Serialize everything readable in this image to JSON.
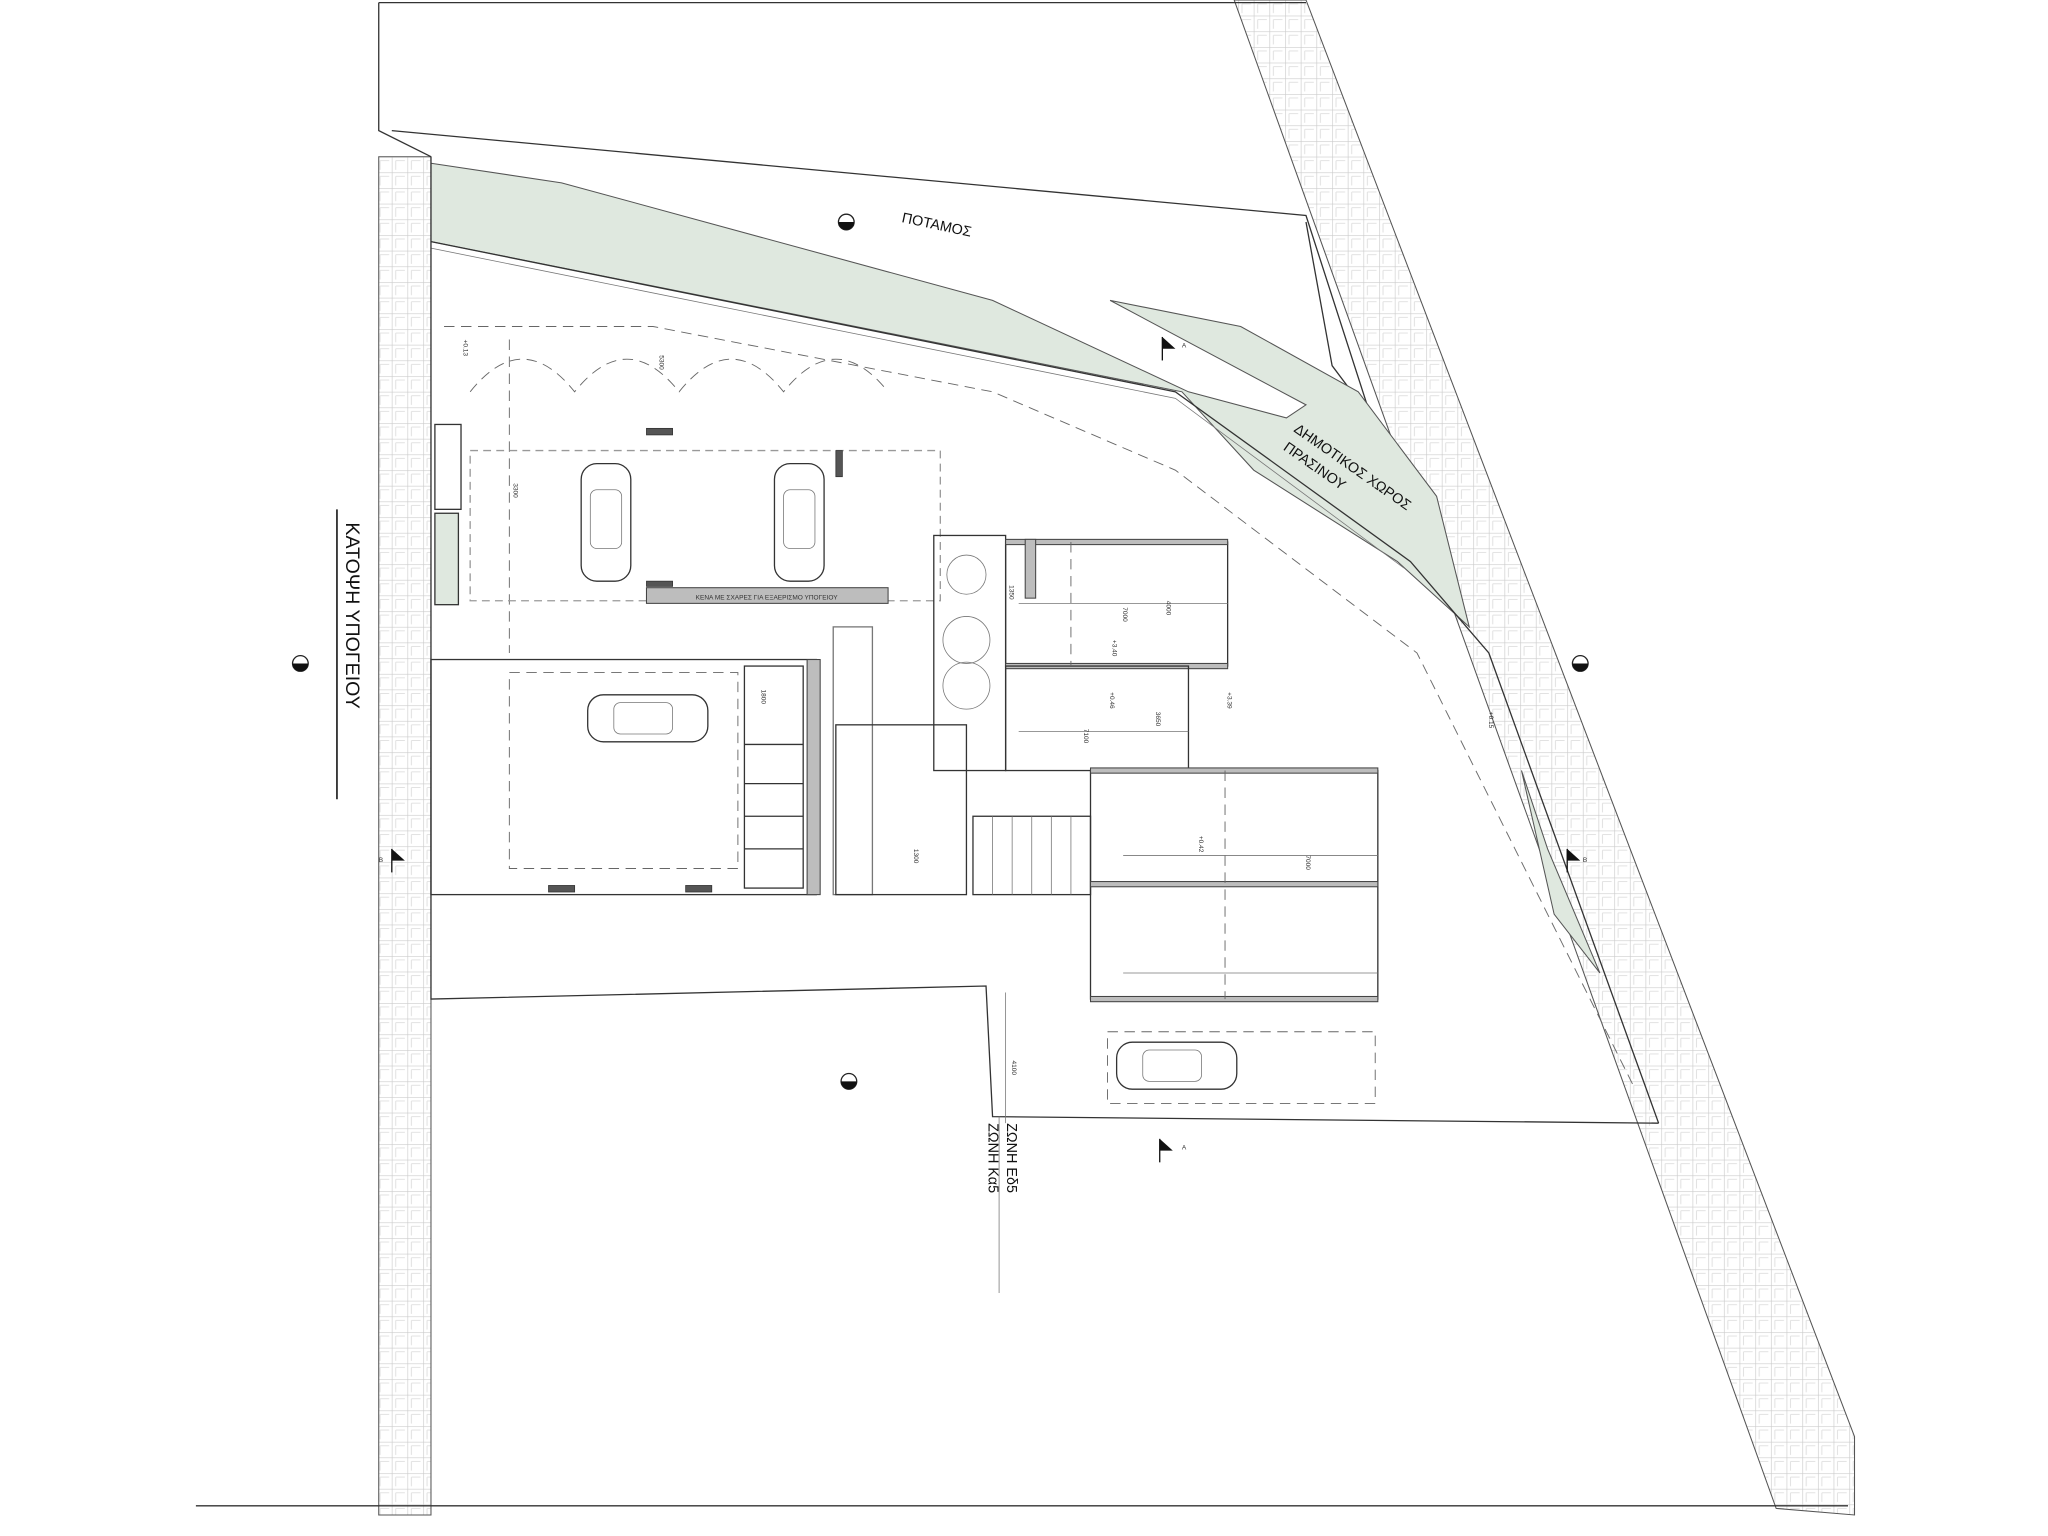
{
  "drawing": {
    "title": "ΚΑΤΟΨΗ ΥΠΟΓΕΙΟΥ",
    "river_label": "ΠΟΤΑΜΟΣ",
    "green_space_line1": "ΔΗΜΟΤΙΚΟΣ ΧΩΡΟΣ",
    "green_space_line2": "ΠΡΑΣΙΝΟΥ",
    "zone_1": "ΖΩΝΗ Εδ5",
    "zone_2": "ΖΩΝΗ Κα5",
    "vent_label": "ΚΕΝΑ ΜΕ ΣΧΑΡΕΣ ΓΙΑ ΕΞΑΕΡΙΣΜΟ ΥΠΟΓΕΙΟΥ",
    "section_a": "A",
    "section_b": "B",
    "dimensions": [
      "7000",
      "7100",
      "4000",
      "3650",
      "1350",
      "4100",
      "5300",
      "3300",
      "7000",
      "1800",
      "1300"
    ],
    "levels": [
      "+3.40",
      "+0.46",
      "+3.39",
      "+0.15",
      "+0.13",
      "+0.42"
    ],
    "colors": {
      "green_space": "#dfe8df",
      "hatch": "#cccccc",
      "line": "#333333"
    }
  }
}
